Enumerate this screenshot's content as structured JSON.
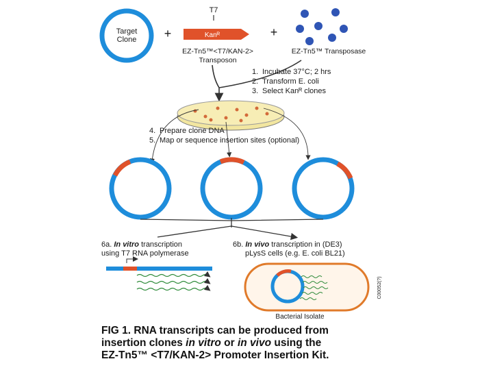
{
  "colors": {
    "plasmid": "#1e8ddb",
    "insert": "#e0522a",
    "transposase": "#2f55b5",
    "dish": "#f2e6a0",
    "cell_wall": "#e07a2a",
    "rna": "#2e8b3a"
  },
  "top": {
    "target_clone": "Target\nClone",
    "plus_1": "+",
    "plus_2": "+",
    "t7": "T7",
    "kan": "Kanᴿ",
    "transposon_label_1": "EZ-Tn5™<T7/KAN-2>",
    "transposon_label_2": "Transposon",
    "transposase_label": "EZ-Tn5™ Transposase"
  },
  "steps_a": [
    {
      "num": "1.",
      "text": "Incubate 37°C; 2 hrs"
    },
    {
      "num": "2.",
      "text": "Transform E. coli"
    },
    {
      "num": "3.",
      "text": "Select Kanᴿ clones"
    }
  ],
  "steps_b": [
    {
      "num": "4.",
      "text": "Prepare clone DNA"
    },
    {
      "num": "5.",
      "text": "Map or sequence insertion sites (optional)"
    }
  ],
  "branch_6a": {
    "prefix": "6a.",
    "italic": "In vitro",
    "rest": "transcription",
    "line2": "using T7 RNA polymerase"
  },
  "branch_6b": {
    "prefix": "6b.",
    "italic": "In vivo",
    "rest": "transcription in (DE3)",
    "line2": "pLysS cells (e.g. E. coli BL21)"
  },
  "bacterial_isolate": "Bacterial Isolate",
  "side_code": "C00052(?)",
  "caption": {
    "line1": "FIG 1. RNA transcripts can be produced from",
    "line2_a": "insertion clones ",
    "line2_i1": "in vitro",
    "line2_b": " or ",
    "line2_i2": "in vivo",
    "line2_c": " using the",
    "line3": "EZ-Tn5™ <T7/KAN-2> Promoter Insertion Kit."
  }
}
